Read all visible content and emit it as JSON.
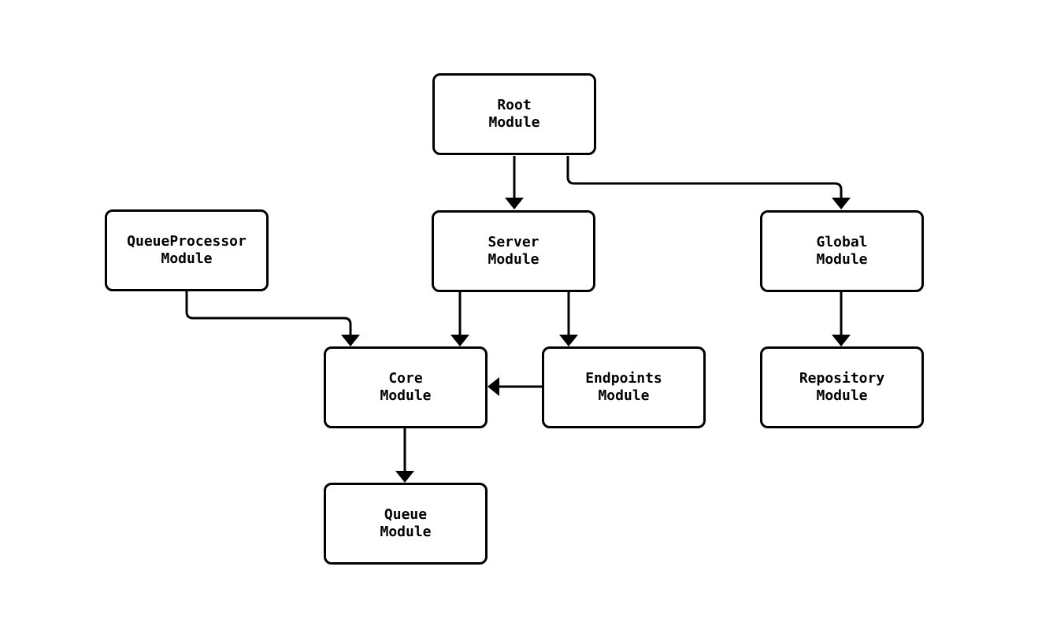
{
  "diagram": {
    "type": "flowchart",
    "direction": "top-down",
    "background_color": "#ffffff",
    "stroke_color": "#000000",
    "node_fill_color": "#ffffff",
    "text_color": "#000000",
    "nodes": [
      {
        "id": "root",
        "label": "Root\nModule"
      },
      {
        "id": "server",
        "label": "Server\nModule"
      },
      {
        "id": "global",
        "label": "Global\nModule"
      },
      {
        "id": "queueprocessor",
        "label": "QueueProcessor\nModule"
      },
      {
        "id": "core",
        "label": "Core\nModule"
      },
      {
        "id": "endpoints",
        "label": "Endpoints\nModule"
      },
      {
        "id": "repository",
        "label": "Repository\nModule"
      },
      {
        "id": "queue",
        "label": "Queue\nModule"
      }
    ],
    "edges": [
      {
        "from": "root",
        "to": "server"
      },
      {
        "from": "root",
        "to": "global"
      },
      {
        "from": "queueprocessor",
        "to": "core"
      },
      {
        "from": "server",
        "to": "core"
      },
      {
        "from": "server",
        "to": "endpoints"
      },
      {
        "from": "endpoints",
        "to": "core"
      },
      {
        "from": "global",
        "to": "repository"
      },
      {
        "from": "core",
        "to": "queue"
      }
    ]
  }
}
